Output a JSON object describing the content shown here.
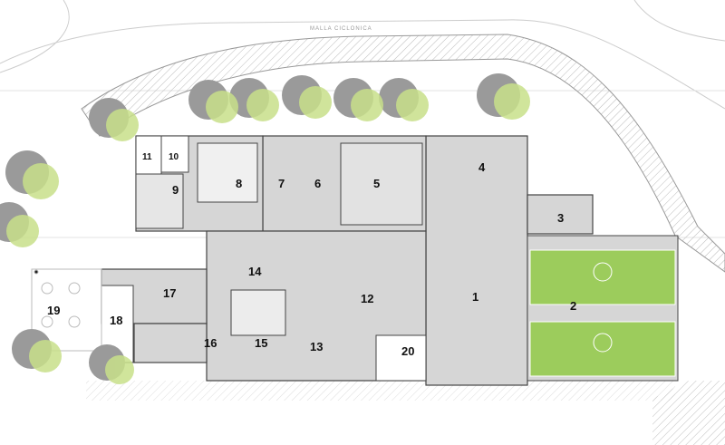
{
  "street_label": "MALLA CICLONICA",
  "colors": {
    "building": "#d6d6d6",
    "field": "#9ccc5c",
    "tree_shadow": "#9a9a9a",
    "tree_leaf": "#c8e08a"
  },
  "rooms": [
    {
      "id": "1"
    },
    {
      "id": "2"
    },
    {
      "id": "3"
    },
    {
      "id": "4"
    },
    {
      "id": "5"
    },
    {
      "id": "6"
    },
    {
      "id": "7"
    },
    {
      "id": "8"
    },
    {
      "id": "9"
    },
    {
      "id": "10"
    },
    {
      "id": "11"
    },
    {
      "id": "12"
    },
    {
      "id": "13"
    },
    {
      "id": "14"
    },
    {
      "id": "15"
    },
    {
      "id": "16"
    },
    {
      "id": "17"
    },
    {
      "id": "18"
    },
    {
      "id": "19"
    },
    {
      "id": "20"
    }
  ]
}
